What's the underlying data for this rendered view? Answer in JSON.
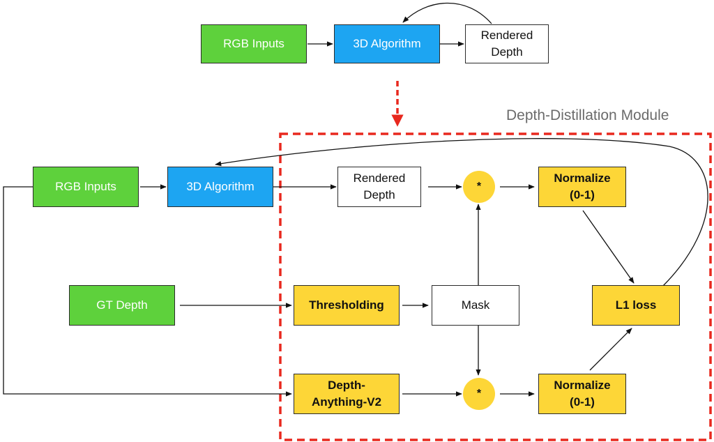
{
  "top_row": {
    "rgb_inputs": "RGB Inputs",
    "algorithm": "3D Algorithm",
    "rendered_depth": "Rendered\nDepth"
  },
  "module": {
    "title": "Depth-Distillation Module"
  },
  "bottom": {
    "rgb_inputs": "RGB Inputs",
    "algorithm": "3D Algorithm",
    "rendered_depth": "Rendered\nDepth",
    "multiply_top": "*",
    "normalize_top": "Normalize\n(0-1)",
    "gt_depth": "GT Depth",
    "thresholding": "Thresholding",
    "mask": "Mask",
    "l1_loss": "L1 loss",
    "depth_anything": "Depth-\nAnything-V2",
    "multiply_bottom": "*",
    "normalize_bottom": "Normalize\n(0-1)"
  },
  "colors": {
    "green": "#5ed13c",
    "blue": "#1da5f2",
    "yellow": "#fdd637",
    "red_dashed": "#e8281e",
    "title_gray": "#6b6b6b"
  }
}
